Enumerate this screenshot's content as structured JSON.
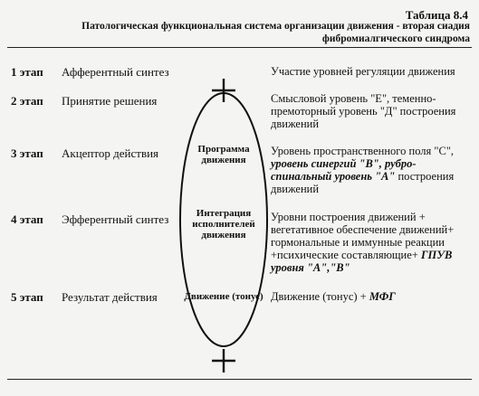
{
  "header": {
    "caption": "Таблица 8.4",
    "title_line1": "Патологическая функциональная система организации движения -   вторая сиадия",
    "title_line2": "фибромиалгического синдрома"
  },
  "stages": [
    {
      "num": "1 этап",
      "name": "Афферентный синтез"
    },
    {
      "num": "2 этап",
      "name": "Принятие решения"
    },
    {
      "num": "3 этап",
      "name": "Акцептор действия"
    },
    {
      "num": "4 этап",
      "name": "Эфферентный синтез"
    },
    {
      "num": "5 этап",
      "name": "Результат действия"
    }
  ],
  "center": {
    "program": "Программа движения",
    "integration": "Интеграция исполнителей движения",
    "movement": "Движение (тонус)",
    "plus_symbol": "+"
  },
  "right": {
    "r1": "Участие уровней регуляции движения",
    "r2": "Смысловой уровень \"Е\", теменно-премоторный уровень \"Д\" построения движений",
    "r3_a": "Уровень пространственного поля \"С\",",
    "r3_b": "уровень синергий \"В\", рубро-спинальный уровень \"А\"",
    "r3_c": " построения движений",
    "r4_a": "Уровни построения движений + вегетативное обеспечение движений+ гормональные и иммунные реакции +психические составляющие+ ",
    "r4_b": "ГПУВ уровня \"А\",\"В\"",
    "r5_a": "Движение (тонус) + ",
    "r5_b": "МФГ"
  }
}
